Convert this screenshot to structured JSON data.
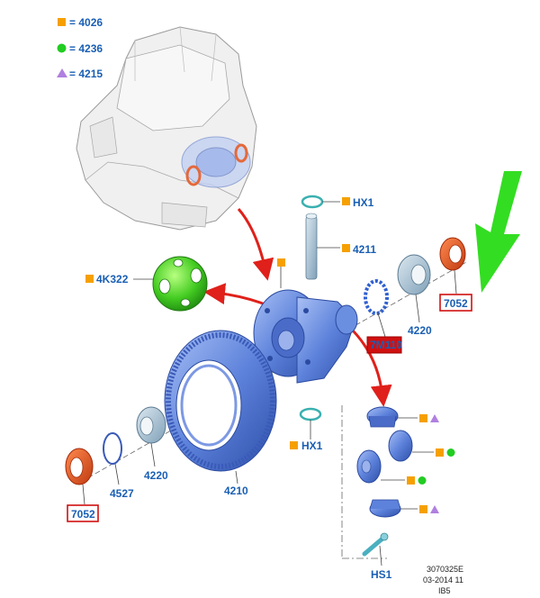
{
  "legend": [
    {
      "shape": "square",
      "color": "#f5a000",
      "text": "= 4026"
    },
    {
      "shape": "circle",
      "color": "#22cc22",
      "text": "= 4236"
    },
    {
      "shape": "triangle",
      "color": "#b080e0",
      "text": "= 4215"
    }
  ],
  "labels": {
    "hx1_top": "HX1",
    "p4211": "4211",
    "p4k322": "4K322",
    "p7052_right": "7052",
    "p4220_right": "4220",
    "p7m110": "7M110",
    "hx1_bottom": "HX1",
    "p7052_left": "7052",
    "p4527": "4527",
    "p4220_left": "4220",
    "p4210": "4210",
    "hs1": "HS1"
  },
  "doc_ref": {
    "line1": "3070325E",
    "line2": "03-2014 11",
    "line3": "IB5"
  },
  "colors": {
    "label_blue": "#1a5fb4",
    "marker_orange": "#f5a000",
    "marker_green": "#22cc22",
    "marker_purple": "#b080e0",
    "highlight_red": "#d01010",
    "arrow_green": "#33dd22",
    "part_blue": "#6b8fe0",
    "seal_red": "#e0501a"
  }
}
